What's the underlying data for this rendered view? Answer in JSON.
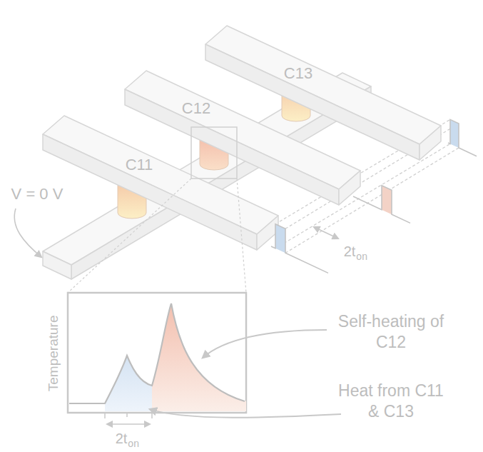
{
  "diagram": {
    "labels": [
      "C11",
      "C12",
      "C13",
      "V = 0 V",
      "2t",
      "on",
      "Temperature",
      "2t",
      "on",
      "Self-heating of C12",
      "Heat from C11 & C13"
    ]
  }
}
